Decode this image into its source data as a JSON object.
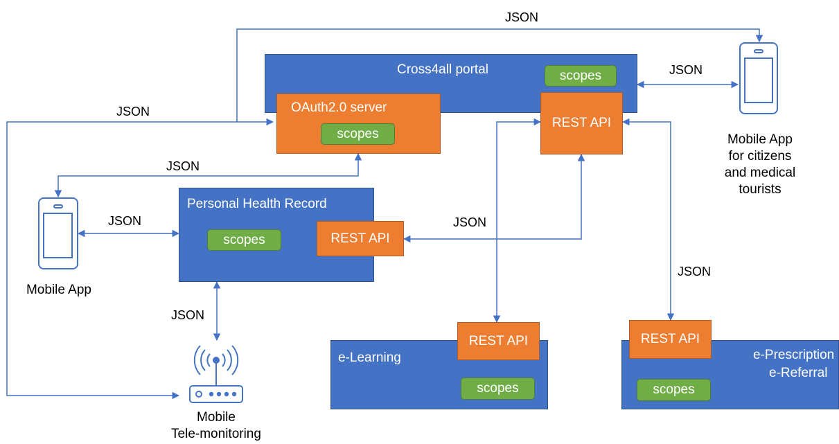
{
  "portal": {
    "title": "Cross4all portal",
    "scopes": "scopes"
  },
  "oauth": {
    "title": "OAuth2.0 server",
    "scopes": "scopes"
  },
  "portal_api": {
    "label": "REST API"
  },
  "phr": {
    "title": "Personal Health Record",
    "scopes": "scopes",
    "api": "REST API"
  },
  "elearning": {
    "title": "e-Learning",
    "scopes": "scopes",
    "api": "REST API"
  },
  "eprescription": {
    "title_line1": "e-Prescription",
    "title_line2": "e-Referral",
    "scopes": "scopes",
    "api": "REST API"
  },
  "mobile_app_right": {
    "lines": [
      "Mobile App",
      "for citizens",
      "and medical",
      "tourists"
    ]
  },
  "mobile_app_left": {
    "label": "Mobile App"
  },
  "telemonitoring": {
    "lines": [
      "Mobile",
      "Tele-monitoring"
    ]
  },
  "json_labels": {
    "top": "JSON",
    "portal_right": "JSON",
    "left_top": "JSON",
    "oauth_down": "JSON",
    "phone_phr": "JSON",
    "phr_api": "JSON",
    "phr_tele": "JSON",
    "eprescription": "JSON"
  },
  "colors": {
    "blue": "#4472c4",
    "orange": "#ed7d31",
    "green": "#70ad47",
    "connector": "#4472c4"
  }
}
